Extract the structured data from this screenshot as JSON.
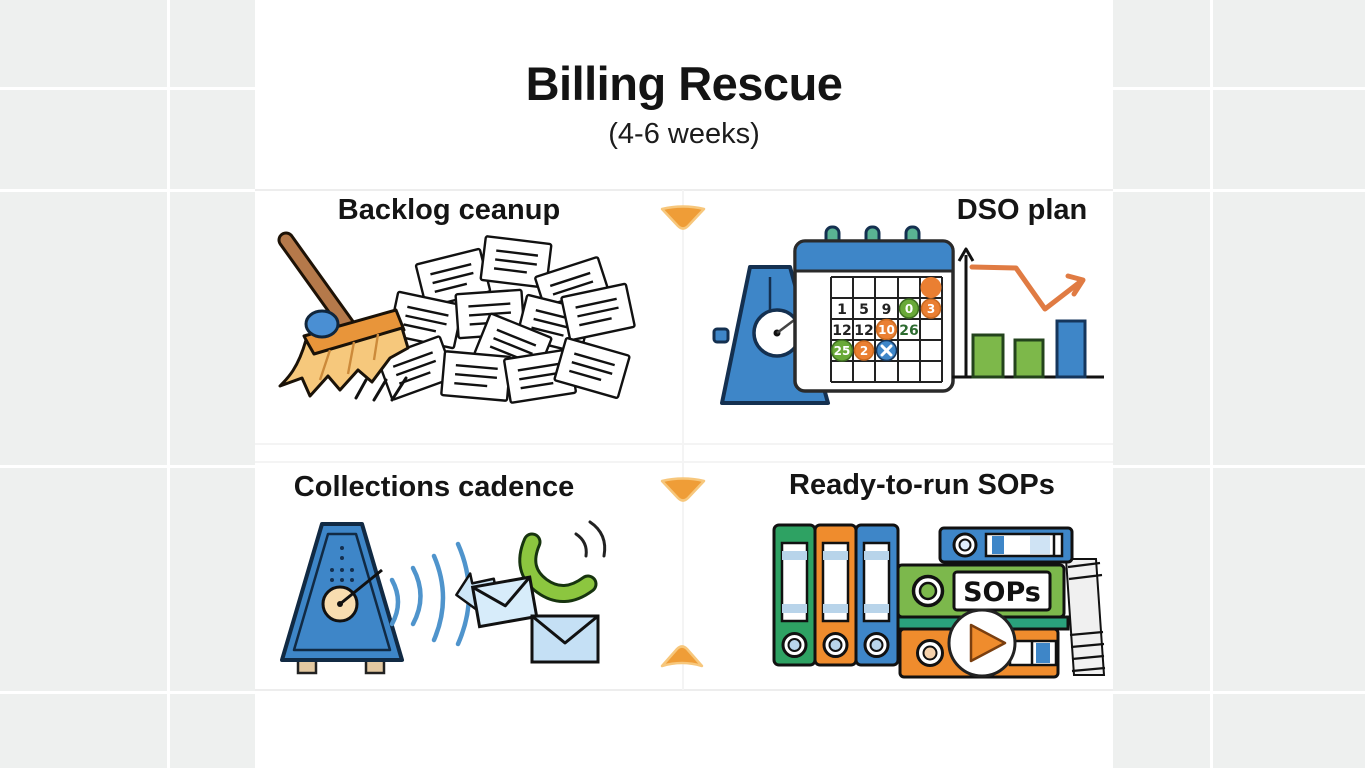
{
  "title": {
    "text": "Billing Rescue",
    "subtitle": "(4-6 weeks)"
  },
  "quadrants": [
    {
      "id": "backlog-cleanup",
      "label": "Backlog ceanup",
      "icon": "broom-sweeping-papers-icon"
    },
    {
      "id": "dso-plan",
      "label": "DSO plan",
      "icon": "metronome-calendar-trend-chart-icon"
    },
    {
      "id": "collections-cadence",
      "label": "Collections cadence",
      "icon": "metronome-phone-envelopes-icon"
    },
    {
      "id": "ready-to-run-sops",
      "label": "Ready-to-run SOPs",
      "icon": "binders-sops-play-icon"
    }
  ],
  "connectors": [
    {
      "name": "top-arrow",
      "direction": "down"
    },
    {
      "name": "middle-arrow",
      "direction": "down"
    },
    {
      "name": "bottom-arrow",
      "direction": "up"
    }
  ],
  "calendar": {
    "numbers": [
      {
        "t": "1"
      },
      {
        "t": "5"
      },
      {
        "t": "9"
      },
      {
        "t": "0",
        "badge": "green"
      },
      {
        "t": "3",
        "badge": "orange"
      },
      {
        "t": "12"
      },
      {
        "t": "12"
      },
      {
        "t": "10",
        "badge": "orange"
      },
      {
        "t": "26",
        "color": "green"
      },
      {
        "t": "25",
        "badge": "green"
      },
      {
        "t": "2",
        "badge": "orange"
      }
    ]
  },
  "sops": {
    "binder_label": "SOPs"
  },
  "colors": {
    "background": "#eef0ef",
    "panel": "#ffffff",
    "accent_orange": "#ef9d37",
    "line_orange": "#e07b43",
    "blue": "#3e86c8",
    "green": "#6fae3e",
    "teal": "#2aa17c",
    "ring_teal": "#5ab393",
    "light_blue": "#cfe8f8",
    "phone_green": "#8cc63f",
    "broom_tan": "#f6c87c",
    "handle_brown": "#b5794a",
    "title_text": "#141414"
  }
}
